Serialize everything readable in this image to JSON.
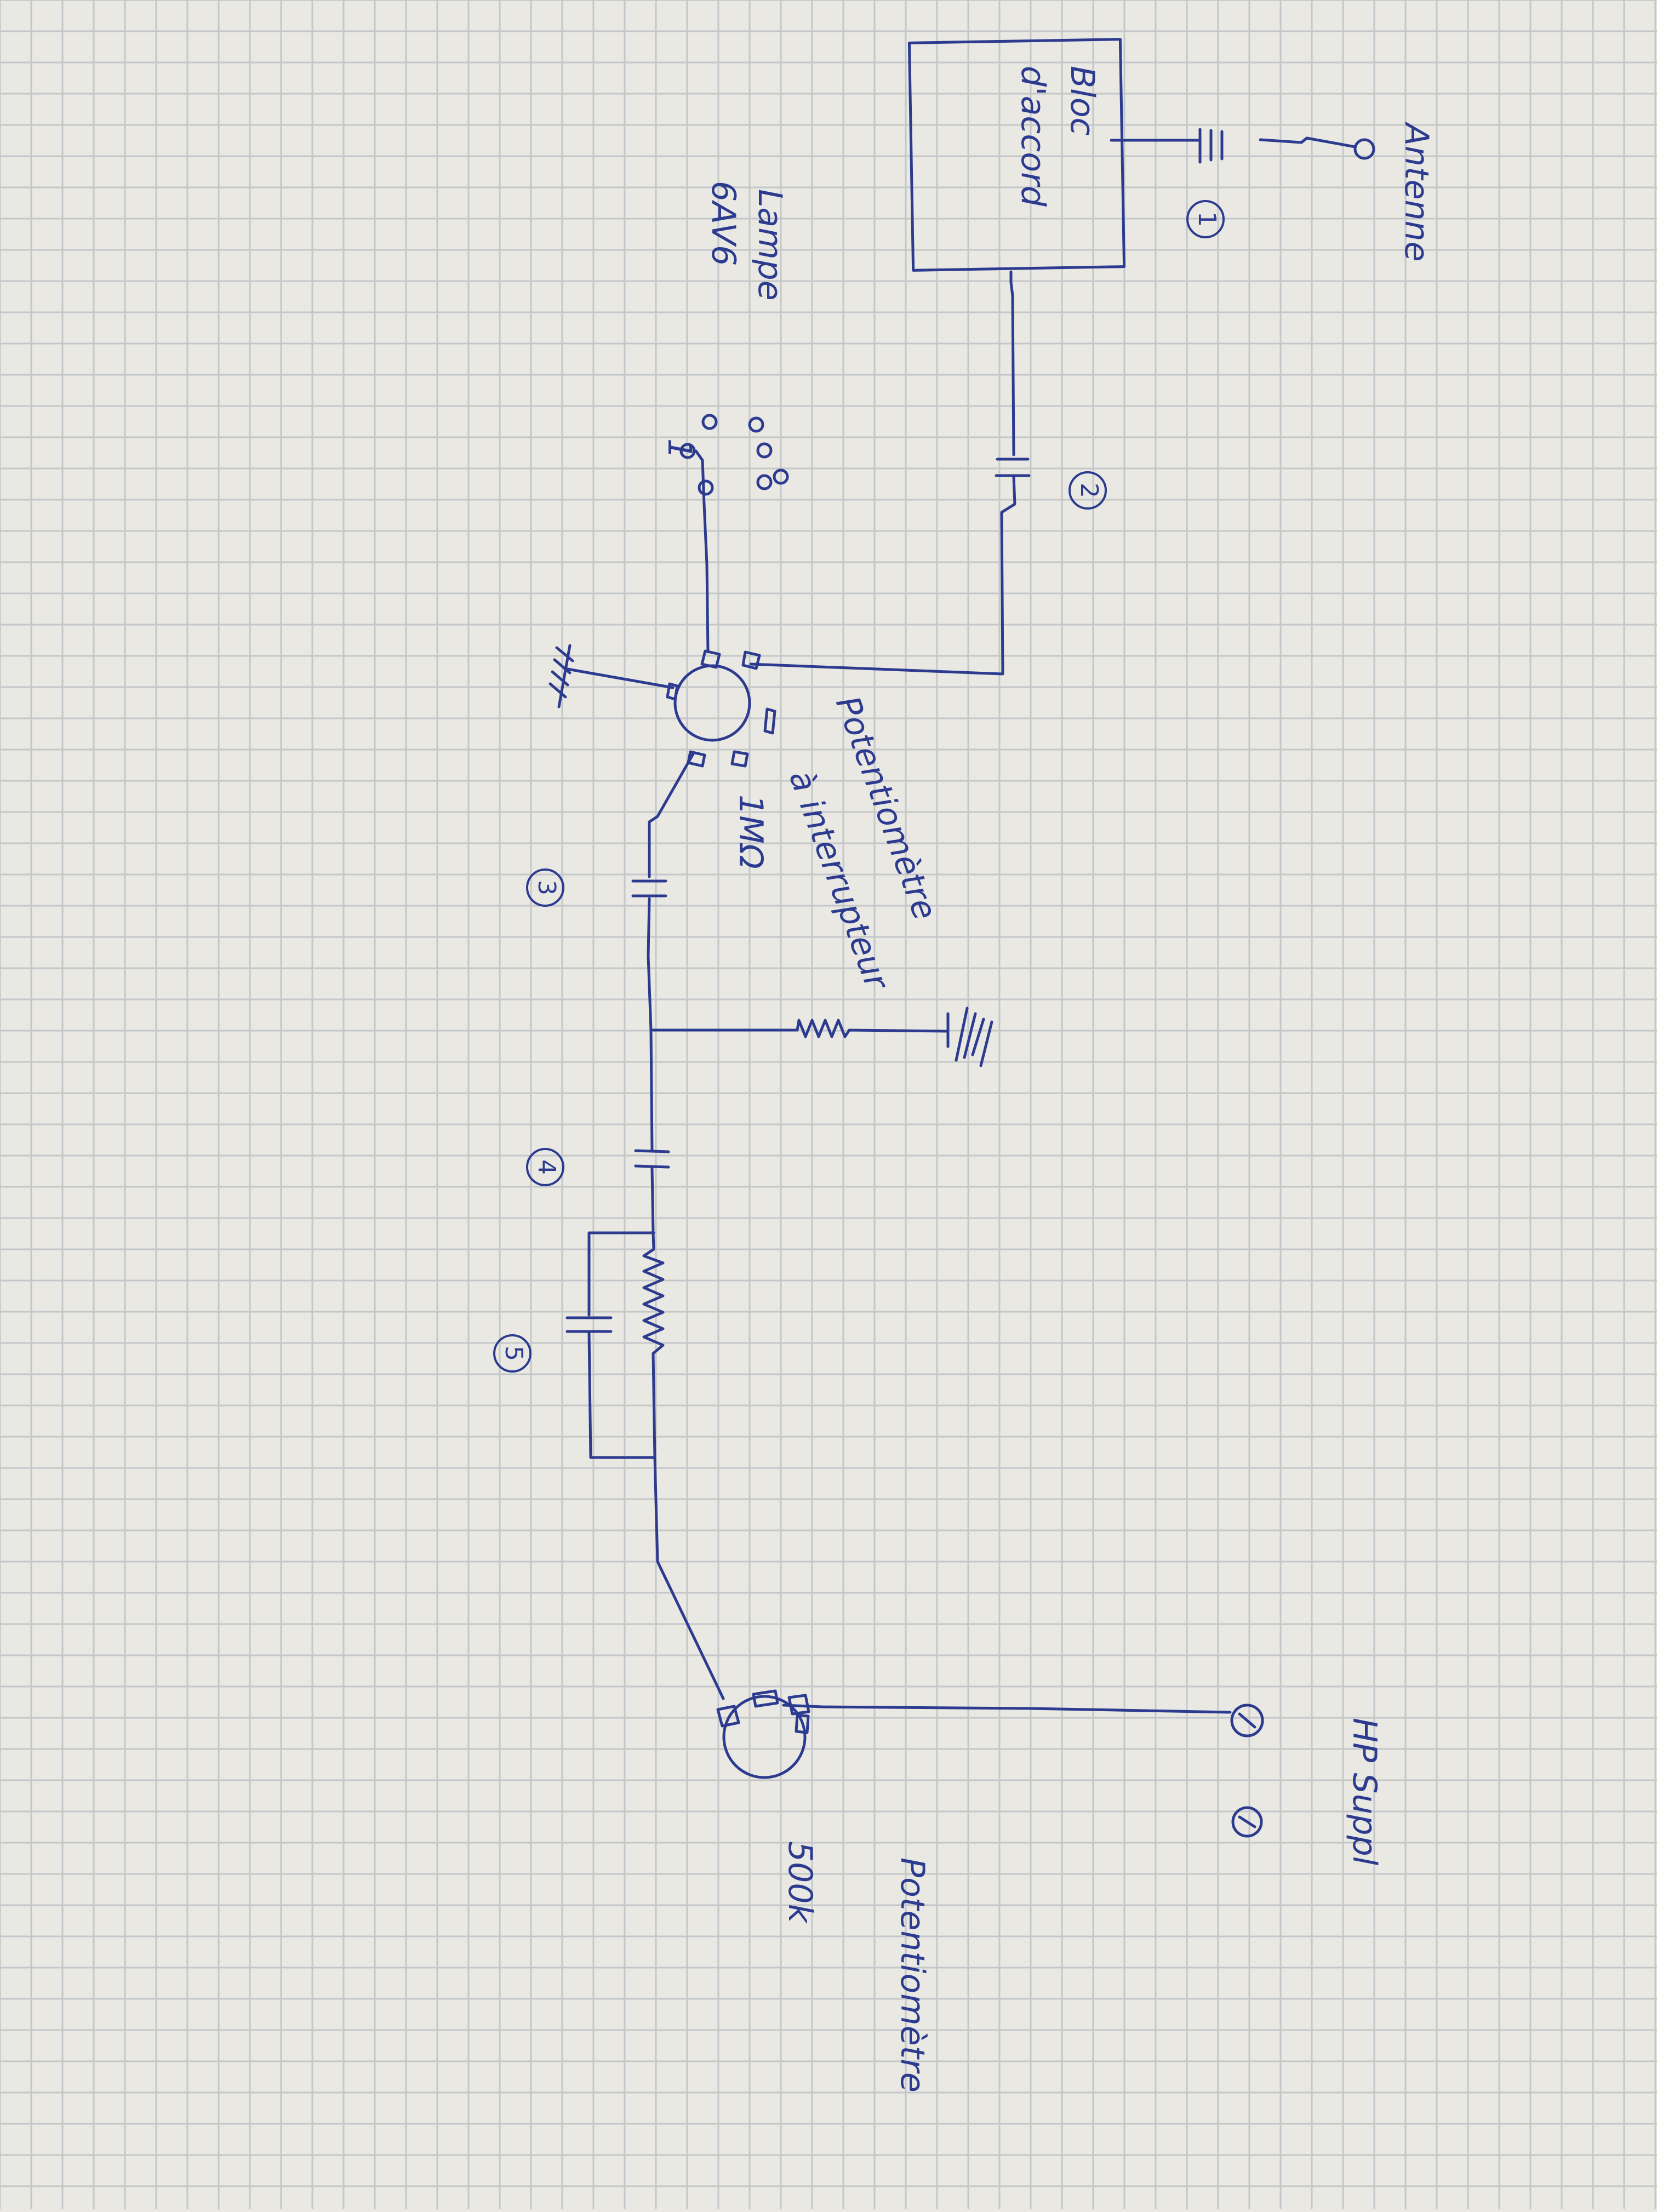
{
  "labels": {
    "antenna": "Antenne",
    "tuning_block_line1": "Bloc",
    "tuning_block_line2": "d'accord",
    "tube_line1": "Lampe",
    "tube_line2": "6AV6",
    "tube_pin_one": "1",
    "pot_switch_line1": "Potentiomètre",
    "pot_switch_line2": "à interrupteur",
    "pot_switch_value": "1MΩ",
    "speaker": "HP Suppl",
    "pot_second_line1": "Potentiomètre",
    "pot_second_value": "500k"
  },
  "markers": {
    "c1": "1",
    "c2": "2",
    "c3": "3",
    "c4": "4",
    "c5": "5"
  },
  "colors": {
    "ink": "#2c3b8f",
    "paper": "#e9e8e2",
    "grid": "#c4c7c9"
  }
}
